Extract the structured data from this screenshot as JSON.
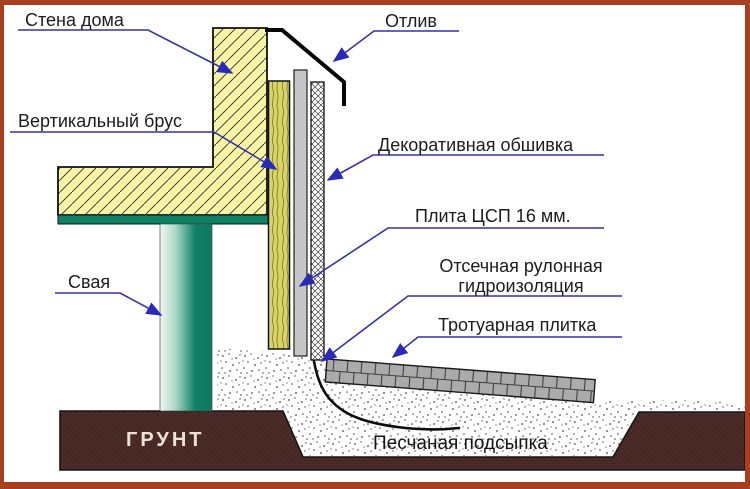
{
  "figure": {
    "type": "construction-cross-section-diagram",
    "labels": {
      "house_wall": "Стена дома",
      "drip_flashing": "Отлив",
      "vertical_bar": "Вертикальный брус",
      "decorative_cladding": "Декоративная обшивка",
      "csp_plate": "Плита ЦСП 16 мм.",
      "cutoff_waterproofing_line1": "Отсечная рулонная",
      "cutoff_waterproofing_line2": "гидроизоляция",
      "paving_tile": "Тротуарная плитка",
      "pile": "Свая",
      "soil": "ГРУНТ",
      "sand_bedding": "Песчаная подсыпка"
    },
    "colors": {
      "frame_border": "#A8401F",
      "leader_blue": "#3232AC",
      "wall_yellow": "#F8F4A6",
      "timber_olive": "#D9D468",
      "csp_gray": "#C6C6C6",
      "grille_green": "#0E8162",
      "tile_gray": "#ABABAB",
      "soil_brown": "#4A2B28",
      "label_text": "#1C1C1C",
      "soil_text": "#EDE3D5"
    }
  }
}
